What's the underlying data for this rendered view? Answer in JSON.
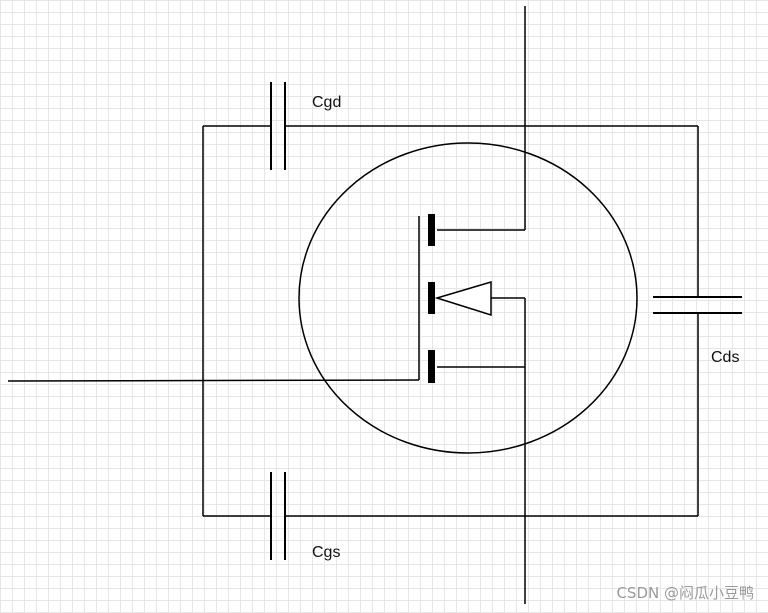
{
  "labels": {
    "cgd": "Cgd",
    "cgs": "Cgs",
    "cds": "Cds"
  },
  "watermark": "CSDN @闷瓜小豆鸭",
  "colors": {
    "stroke": "#000000",
    "grid": "#e6e6e6",
    "background": "#ffffff"
  }
}
